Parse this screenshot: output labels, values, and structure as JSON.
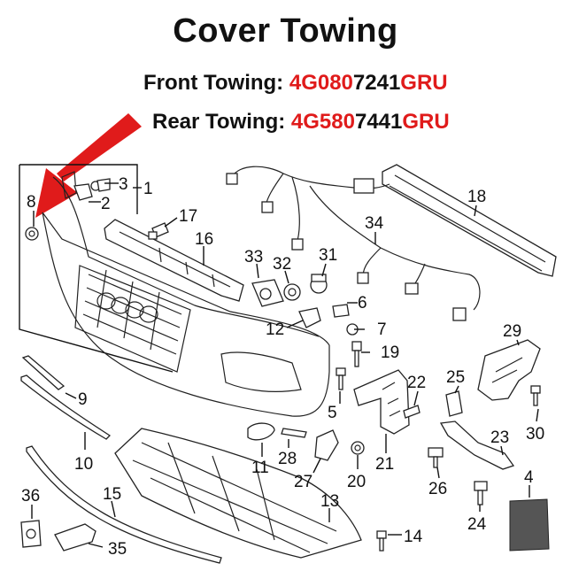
{
  "title": "Cover Towing",
  "front": {
    "label": "Front Towing:",
    "code_red_1": "4G080",
    "code_black": "7241",
    "code_red_2": "GRU"
  },
  "rear": {
    "label": "Rear Towing:",
    "code_red_1": "4G580",
    "code_black": "7441",
    "code_red_2": "GRU"
  },
  "colors": {
    "accent": "#e01b1b",
    "text": "#111111"
  },
  "callouts": [
    "1",
    "2",
    "3",
    "4",
    "5",
    "6",
    "7",
    "8",
    "9",
    "10",
    "11",
    "12",
    "13",
    "14",
    "15",
    "16",
    "17",
    "18",
    "19",
    "20",
    "21",
    "22",
    "23",
    "24",
    "25",
    "26",
    "27",
    "28",
    "29",
    "30",
    "31",
    "32",
    "33",
    "34",
    "35",
    "36"
  ]
}
